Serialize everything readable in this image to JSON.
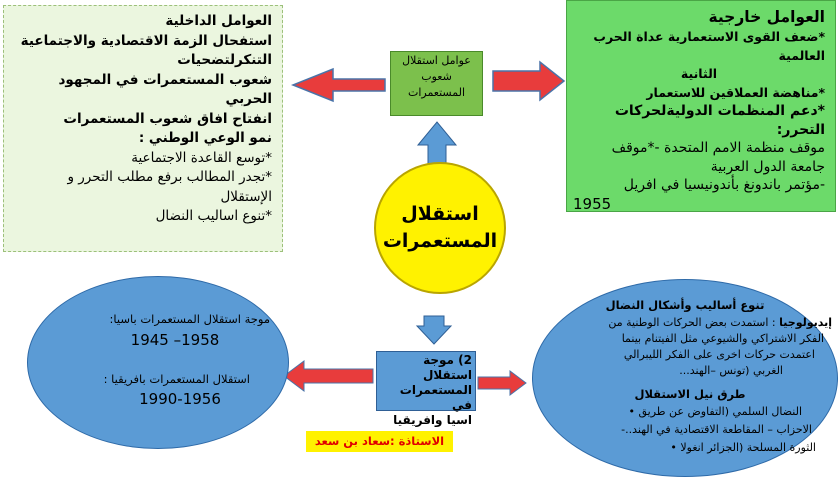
{
  "center": {
    "line1": "استقلال",
    "line2": "المستعمرات"
  },
  "factors_box": {
    "line1": "عوامل استقلال",
    "line2": "شعوب",
    "line3": "المستعمرات"
  },
  "internal": {
    "title": "العوامل الداخلية",
    "l1": "استفحال الزمة الاقتصادية والاجتماعية",
    "l2": "التنكرلتضحيات",
    "l3": "شعوب المستعمرات في المجهود الحربي",
    "l4": "انفتاح افاق شعوب المستعمرات",
    "l5": "نمو الوعي الوطني :",
    "l6": "*توسع القاعدة الاجتماعية",
    "l7": "*تجدر المطالب برفع مطلب التحرر و",
    "l8": "الإستقلال",
    "l9": "*تنوع اساليب النضال"
  },
  "external": {
    "title": "العوامل خارجية",
    "l1": "*ضعف القوى الاستعمارية عداة الحرب العالمية",
    "l2": "الثانية",
    "l3": "*مناهضة العملاقين للاستعمار",
    "l4": "*دعم المنظمات الدوليةلحركات التحرر:",
    "l5": "موقف منظمة الامم المتحدة -*موقف",
    "l6": "جامعة الدول العربية",
    "l7": "-مؤتمر باندونغ بأندونيسيا في افريل",
    "l8": "1955"
  },
  "wave2": {
    "l1": "2) موجة استقلال",
    "l2": "المستعمرات في",
    "l3": "اسيا وافريقيا"
  },
  "left_ellipse": {
    "asia_label": "موجة استقلال المستعمرات باسيا:",
    "asia_years": "1958– 1945",
    "africa_label": "استقلال المستعمرات بافريقيا :",
    "africa_years": "1990-1956"
  },
  "right_ellipse": {
    "title": "تنوع أساليب وأشكال النضال",
    "ideology_label": "إيديولوجيا",
    "ideology_text": ": استمدت بعض الحركات الوطنية من",
    "l2": "الفكر الاشتراكي والشيوعي مثل الفيتنام  بينما",
    "l3": "اعتمدت حركات اخرى على الفكر الليبرالي",
    "l4": "الغربي (تونس –الهند...",
    "ways_title": "طرق نيل الاستقلال",
    "w1": "النضال السلمي (التفاوض عن طريق",
    "w2": "الاحزاب – المقاطعة الاقتصادية في الهند..-",
    "w3": "الثورة المسلحة (الجزائر انغولا"
  },
  "teacher": "الاستاذة :سعاد بن سعد",
  "colors": {
    "yellow": "#fff200",
    "blue": "#5b9bd5",
    "red_arrow": "#e83c3c",
    "green": "#6cda6a"
  }
}
